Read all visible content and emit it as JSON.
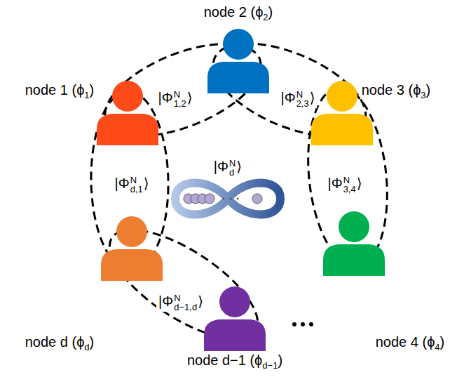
{
  "diagram": {
    "nodes": [
      {
        "text": [
          "node 2 (ϕ2)"
        ]
      },
      {
        "text": [
          "node 1 (ϕ1)"
        ]
      },
      {
        "text": [
          "node 3 (ϕ3)"
        ]
      },
      {
        "text": [
          "node d (ϕd)"
        ]
      },
      {
        "text": [
          "node 4 (ϕ4)"
        ]
      },
      {
        "text": [
          "node d−1 (ϕd−1)"
        ]
      }
    ],
    "labels": [
      "|ΦN1,2⟩",
      "|ΦN2,3⟩",
      "|ΦNd,1⟩",
      "|ΦNd⟩",
      "|ΦN3,4⟩",
      "|ΦNd−1,d⟩"
    ]
  }
}
